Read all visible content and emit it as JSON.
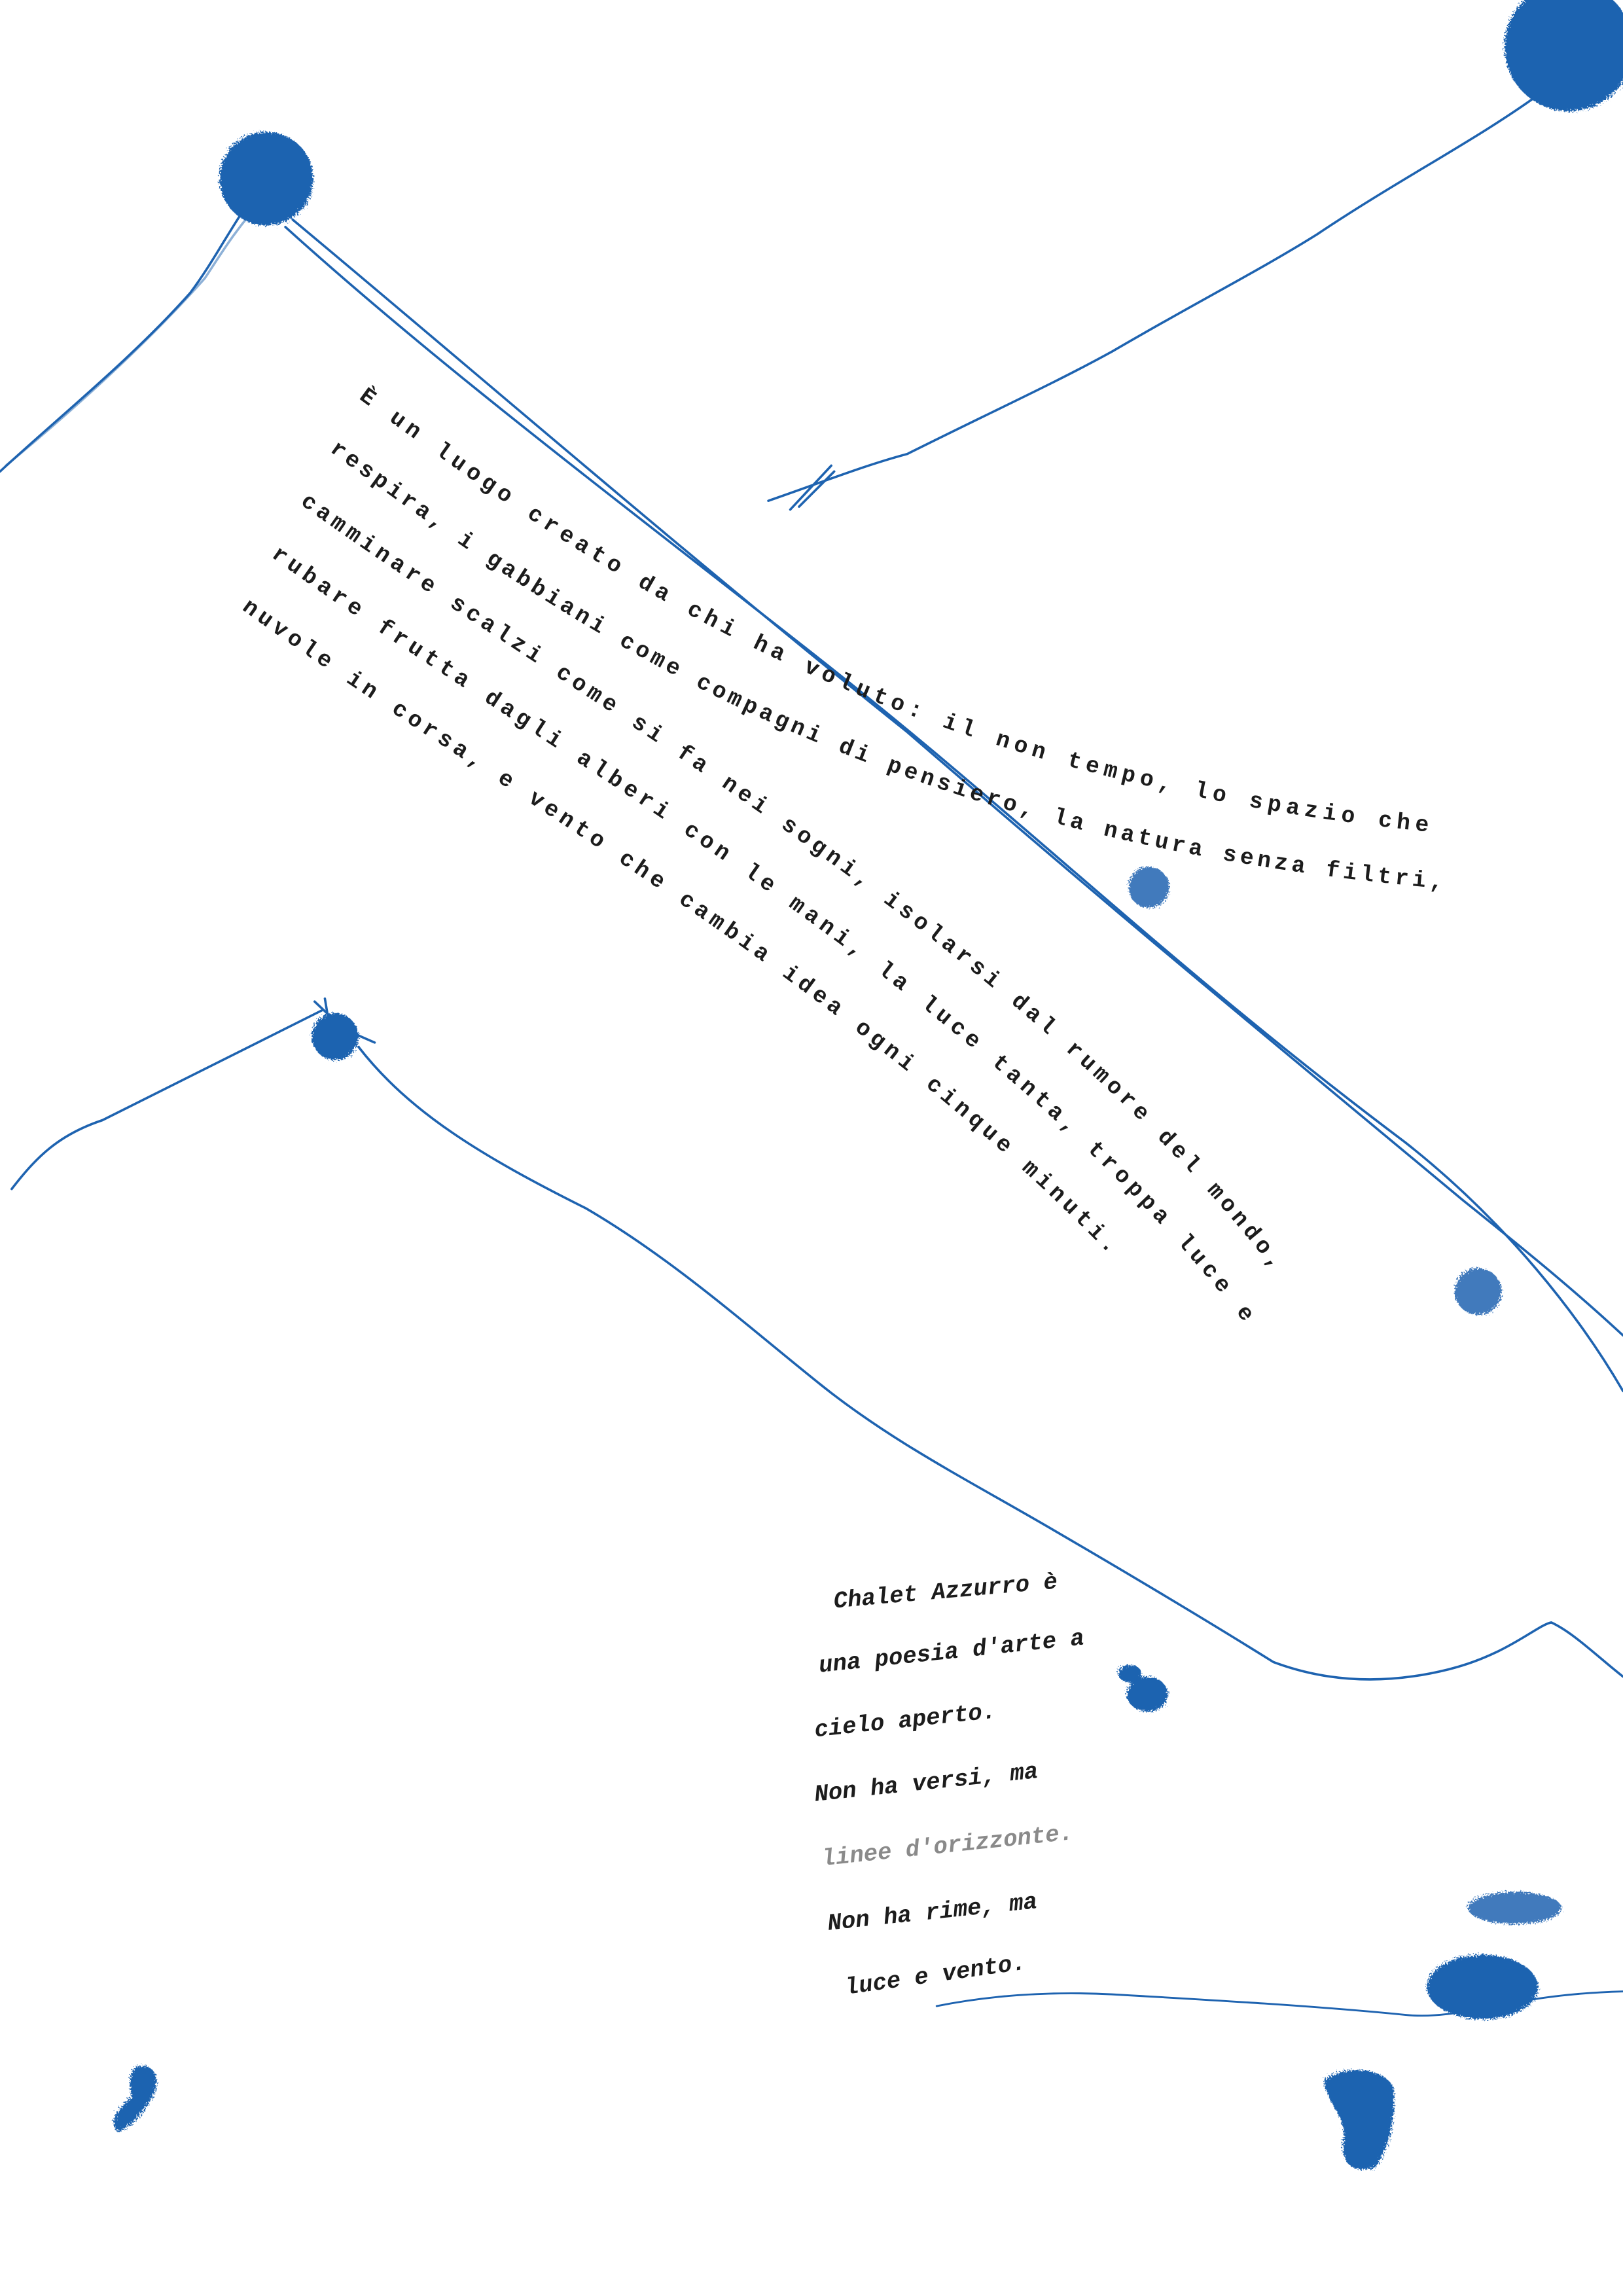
{
  "prose": {
    "lines": [
      "È un luogo creato da chi ha voluto: il non tempo, lo spazio che",
      "respira, i gabbiani come compagni di pensiero, la natura senza filtri,",
      "camminare scalzi come si fa nei sogni, isolarsi dal rumore del mondo,",
      "rubare frutta dagli alberi con le mani, la luce tanta, troppa luce e",
      "nuvole in corsa, e vento che cambia idea ogni cinque minuti."
    ]
  },
  "poem": {
    "lines": [
      "Chalet  Azzurro   è",
      "una poesia d'arte a",
      "cielo aperto.",
      "Non  ha  versi,  ma",
      "linee d'orizzonte.",
      "Non   ha   rime,  ma",
      "luce e vento."
    ]
  },
  "colors": {
    "ink_blue": "#1e63b0",
    "text": "#1c1c1c"
  }
}
